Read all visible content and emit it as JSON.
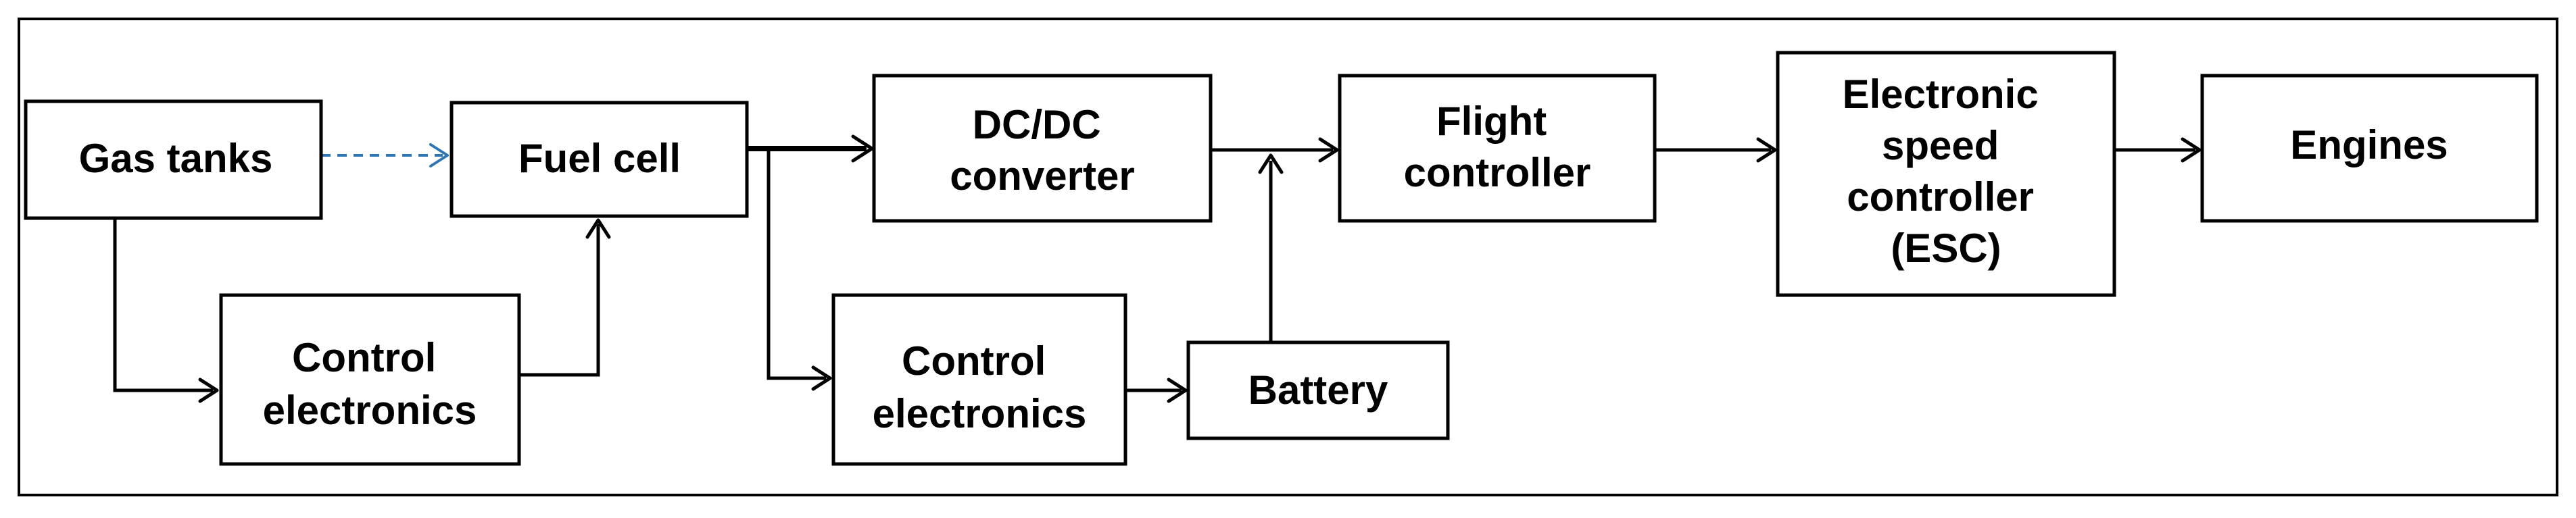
{
  "diagram": {
    "colors": {
      "stroke": "#000000",
      "dashed_connector": "#2e75b6",
      "background": "#ffffff"
    },
    "nodes": {
      "gas_tanks": {
        "lines": [
          "Gas tanks"
        ]
      },
      "fuel_cell": {
        "lines": [
          "Fuel cell"
        ]
      },
      "control_electronics_1": {
        "lines": [
          "Control",
          "electronics"
        ]
      },
      "dcdc_converter": {
        "lines": [
          "DC/DC",
          "converter"
        ]
      },
      "control_electronics_2": {
        "lines": [
          "Control",
          "electronics"
        ]
      },
      "battery": {
        "lines": [
          "Battery"
        ]
      },
      "flight_controller": {
        "lines": [
          "Flight",
          "controller"
        ]
      },
      "esc": {
        "lines": [
          "Electronic",
          "speed",
          "controller",
          "(ESC)"
        ]
      },
      "engines": {
        "lines": [
          "Engines"
        ]
      }
    },
    "edges": [
      {
        "from": "gas_tanks",
        "to": "fuel_cell",
        "style": "dashed"
      },
      {
        "from": "gas_tanks",
        "to": "control_electronics_1",
        "style": "solid"
      },
      {
        "from": "control_electronics_1",
        "to": "fuel_cell",
        "style": "solid"
      },
      {
        "from": "fuel_cell",
        "to": "dcdc_converter",
        "style": "solid-thick"
      },
      {
        "from": "fuel_cell",
        "to": "control_electronics_2",
        "style": "solid"
      },
      {
        "from": "control_electronics_2",
        "to": "battery",
        "style": "solid"
      },
      {
        "from": "battery",
        "to": "flight_controller",
        "style": "solid"
      },
      {
        "from": "dcdc_converter",
        "to": "flight_controller",
        "style": "solid"
      },
      {
        "from": "flight_controller",
        "to": "esc",
        "style": "solid"
      },
      {
        "from": "esc",
        "to": "engines",
        "style": "solid"
      }
    ]
  }
}
